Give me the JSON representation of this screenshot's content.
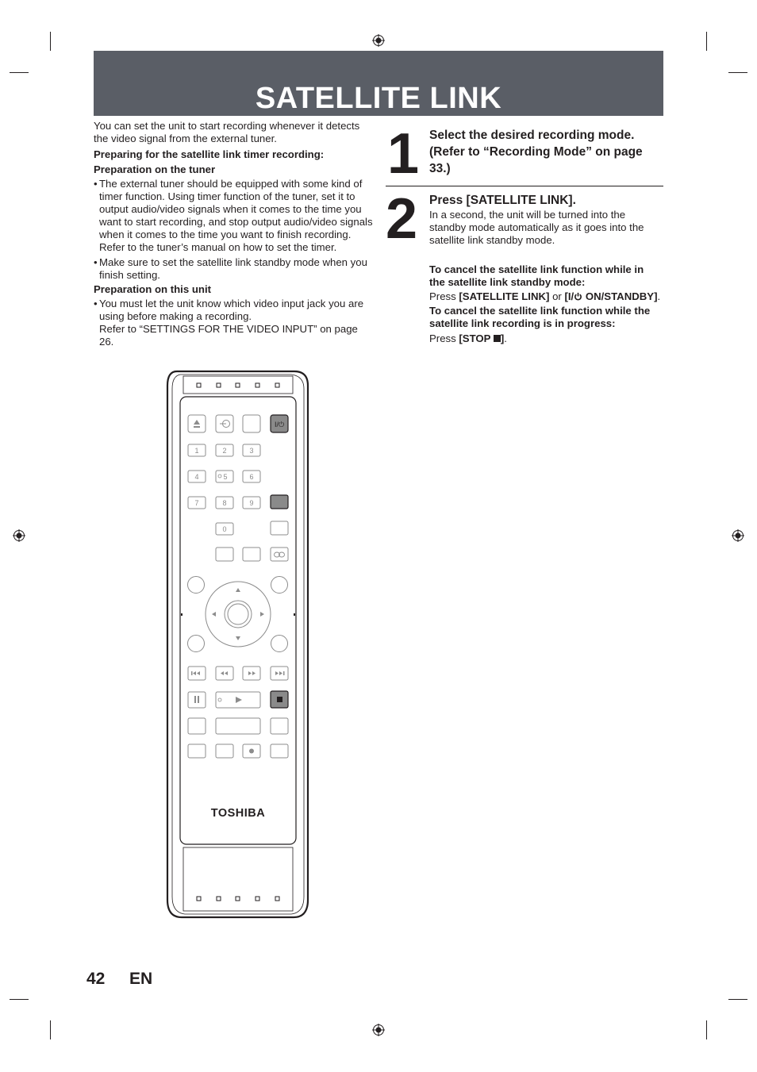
{
  "page": {
    "title": "SATELLITE LINK",
    "page_number": "42",
    "language": "EN"
  },
  "left_column": {
    "intro": "You can set the unit to start recording whenever it detects the video signal from the external tuner.",
    "preparing_heading": "Preparing for the satellite link timer recording:",
    "tuner_heading": "Preparation on the tuner",
    "tuner_bullets": [
      "The external tuner should be equipped with some kind of timer function. Using timer function of the tuner, set it to output audio/video signals when it comes to the time you want to start recording, and stop output audio/video signals when it comes to the time you want to finish recording. Refer to the tuner’s manual on how to set the timer.",
      "Make sure to set the satellite link standby mode when you finish setting."
    ],
    "unit_heading": "Preparation on this unit",
    "unit_bullet": "You must let the unit know which video input jack you are using before making a recording.",
    "unit_ref": "Refer to “SETTINGS FOR THE VIDEO INPUT” on page 26."
  },
  "steps": [
    {
      "number": "1",
      "heading": "Select the desired recording mode. (Refer to “Recording Mode” on page 33.)"
    },
    {
      "number": "2",
      "heading": "Press [SATELLITE LINK].",
      "body": "In a second, the unit will be turned into the standby mode automatically as it goes into the satellite link standby mode."
    }
  ],
  "cancel_standby": {
    "heading": "To cancel the satellite link function while in the satellite link standby mode:",
    "press_prefix": "Press ",
    "key1": "[SATELLITE LINK]",
    "or": " or ",
    "key2_a": "[I/",
    "key2_b": " ON/STANDBY]",
    "end": "."
  },
  "cancel_recording": {
    "heading": "To cancel the satellite link function while the satellite link recording is in progress:",
    "press_prefix": "Press ",
    "key_a": "[STOP ",
    "key_b": "]",
    "end": "."
  },
  "remote": {
    "brand": "TOSHIBA",
    "power_label": "I/⏻",
    "number_keys": [
      "1",
      "2",
      "3",
      "4",
      "5",
      "6",
      "7",
      "8",
      "9",
      "0"
    ],
    "icons": [
      "eject-icon",
      "input-icon",
      "power-icon",
      "dolby-icon",
      "prev-icon",
      "rewind-icon",
      "fast-forward-icon",
      "next-icon",
      "pause-icon",
      "play-icon",
      "stop-icon",
      "record-icon"
    ]
  },
  "colors": {
    "banner": "#5a5e66",
    "text": "#231f20",
    "remote_highlight": "#8a8a8a"
  }
}
